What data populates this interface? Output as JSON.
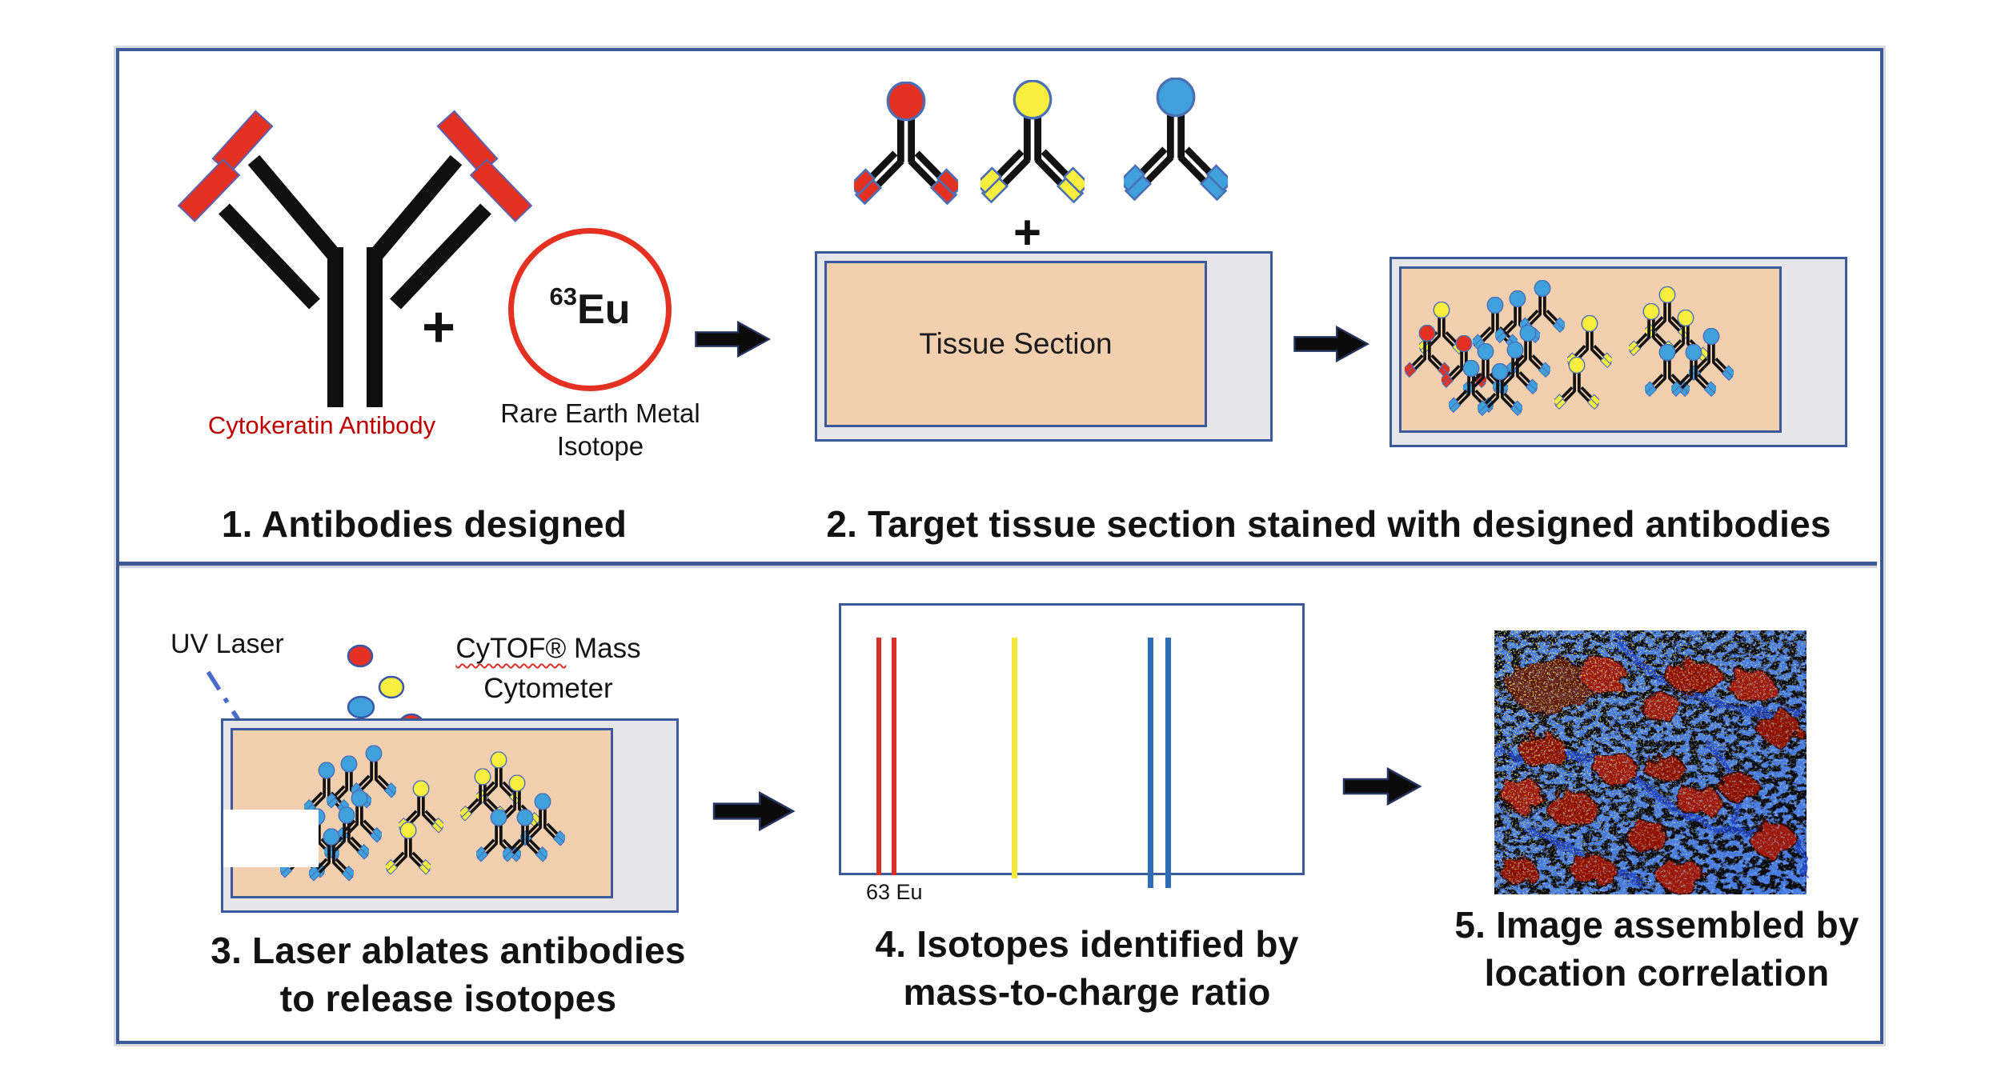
{
  "colors": {
    "frame-blue": "#3c5a99",
    "peach": "#f2cfae",
    "slide-gray": "#e6e6ea",
    "red": "#e53122",
    "dark-red-text": "#c00000",
    "yellow": "#f8ee3e",
    "blue": "#3fa0dc",
    "spec-red": "#d93025",
    "spec-yellow": "#f6e93d",
    "spec-blue": "#2f6cb4",
    "laser-blue": "#4a6bc9",
    "arrow-black": "#0b0b0b"
  },
  "step1": {
    "caption": "1. Antibodies designed",
    "antibody_label": "Cytokeratin Antibody",
    "plus": "+",
    "isotope_mass": "63",
    "isotope_symbol": "Eu",
    "isotope_caption_line1": "Rare Earth Metal",
    "isotope_caption_line2": "Isotope"
  },
  "step2": {
    "caption": "2. Target tissue section stained with designed antibodies",
    "plus": "+",
    "slide_label": "Tissue Section",
    "antibody_tag_colors": [
      "red",
      "yellow",
      "blue"
    ]
  },
  "step3": {
    "caption_line1": "3. Laser ablates antibodies",
    "caption_line2": "to release isotopes",
    "laser_label": "UV Laser",
    "instrument_brand": "CyTOF®",
    "instrument_line1_rest": " Mass",
    "instrument_line2": "Cytometer",
    "released_isotope_colors": [
      "red",
      "yellow",
      "blue",
      "blue",
      "red"
    ]
  },
  "step4": {
    "caption_line1": "4. Isotopes identified by",
    "caption_line2": "mass-to-charge ratio",
    "axis_label": "63 Eu",
    "peaks": [
      {
        "color": "#d93025",
        "lines": 2,
        "label": "63 Eu"
      },
      {
        "color": "#f6e93d",
        "lines": 1,
        "label": ""
      },
      {
        "color": "#2f6cb4",
        "lines": 2,
        "label": ""
      }
    ]
  },
  "step5": {
    "caption_line1": "5. Image assembled by",
    "caption_line2": "location correlation"
  }
}
